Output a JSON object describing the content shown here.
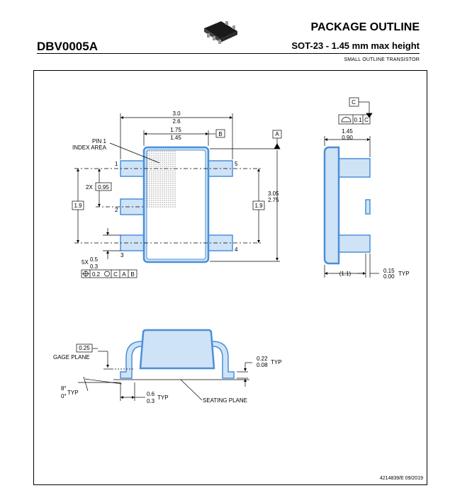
{
  "header": {
    "title": "PACKAGE OUTLINE",
    "code": "DBV0005A",
    "subtitle": "SOT-23 - 1.45 mm max height",
    "small": "SMALL OUTLINE TRANSISTOR"
  },
  "labels": {
    "dim_3_0": "3.0",
    "dim_2_6": "2.6",
    "dim_1_75": "1.75",
    "dim_1_45": "1.45",
    "datum_b": "B",
    "datum_a": "A",
    "datum_c": "C",
    "pin1_line1": "PIN 1",
    "pin1_line2": "INDEX AREA",
    "pin1": "1",
    "pin2": "2",
    "pin3": "3",
    "pin4": "4",
    "pin5": "5",
    "two_x": "2X",
    "dim_0_95": "0.95",
    "dim_1_9_left": "1.9",
    "dim_1_9_right": "1.9",
    "dim_3_05": "3.05",
    "dim_2_75": "2.75",
    "five_x": "5X",
    "dim_0_5": "0.5",
    "dim_0_3": "0.3",
    "fcf_tol": "0.2",
    "fcf_c": "C",
    "fcf_a": "A",
    "fcf_b": "B",
    "flat_tol": "0.1",
    "flat_c": "C",
    "side_1_45": "1.45",
    "side_0_90": "0.90",
    "dim_1_1": "(1.1)",
    "dim_0_15": "0.15",
    "dim_0_00": "0.00",
    "typ1": "TYP",
    "dim_0_25": "0.25",
    "gage_plane": "GAGE PLANE",
    "dim_0_22": "0.22",
    "dim_0_08": "0.08",
    "typ2": "TYP",
    "ang_8": "8°",
    "ang_0": "0°",
    "typ3": "TYP",
    "dim_0_6": "0.6",
    "dim_0_3b": "0.3",
    "typ4": "TYP",
    "seating_plane": "SEATING PLANE"
  },
  "footer": {
    "doc_number": "4214839/E  09/2019"
  },
  "colors": {
    "outline": "#4a8fd8",
    "fill": "#cfe3f7"
  }
}
